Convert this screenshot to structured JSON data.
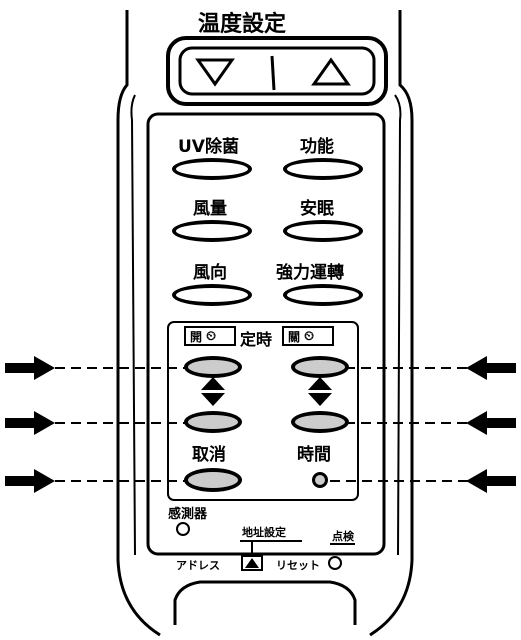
{
  "title": "温度設定",
  "buttons": {
    "uv": "UV除菌",
    "func": "功能",
    "fan_speed": "風量",
    "sleep": "安眠",
    "fan_dir": "風向",
    "power": "強力運轉",
    "cancel": "取消",
    "clock": "時間",
    "sensor": "感測器"
  },
  "timer": {
    "on_label": "開",
    "center_label": "定時",
    "off_label": "關"
  },
  "footer": {
    "code": "地址設定",
    "address": "アドレス",
    "reset": "リセット",
    "check": "点検"
  },
  "colors": {
    "highlight": "#cccccc",
    "outline": "#000000",
    "background": "#ffffff"
  }
}
